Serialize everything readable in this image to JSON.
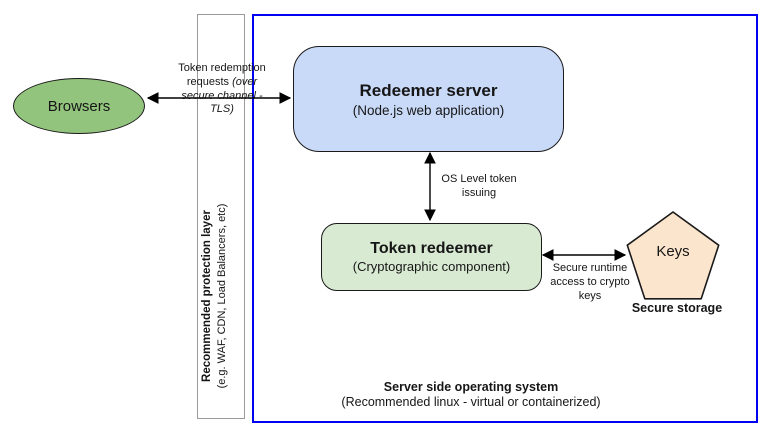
{
  "diagram": {
    "browsers": {
      "label": "Browsers"
    },
    "protection_layer": {
      "title": "Recommended protection layer",
      "subtitle": "(e.g. WAF, CDN, Load Balancers, etc)"
    },
    "os_box": {
      "title": "Server side operating system",
      "subtitle": "(Recommended linux - virtual or containerized)"
    },
    "redeemer_server": {
      "title": "Redeemer server",
      "subtitle": "(Node.js web application)"
    },
    "token_redeemer": {
      "title": "Token redeemer",
      "subtitle": "(Cryptographic component)"
    },
    "keys": {
      "label": "Keys",
      "caption": "Secure storage"
    },
    "edges": {
      "browsers_redeemer": {
        "text": "Token redemption requests ",
        "italic": "(over secure channel - TLS)"
      },
      "redeemer_token": {
        "text": "OS Level token issuing"
      },
      "token_keys": {
        "text": "Secure runtime access to crypto keys"
      }
    },
    "colors": {
      "browsers_fill": "#93c47d",
      "redeemer_fill": "#c9daf8",
      "token_redeemer_fill": "#d9ead3",
      "keys_fill": "#fce5cd",
      "os_border": "#0101f2",
      "protection_border": "#9a9a9a",
      "arrow": "#000000"
    }
  }
}
